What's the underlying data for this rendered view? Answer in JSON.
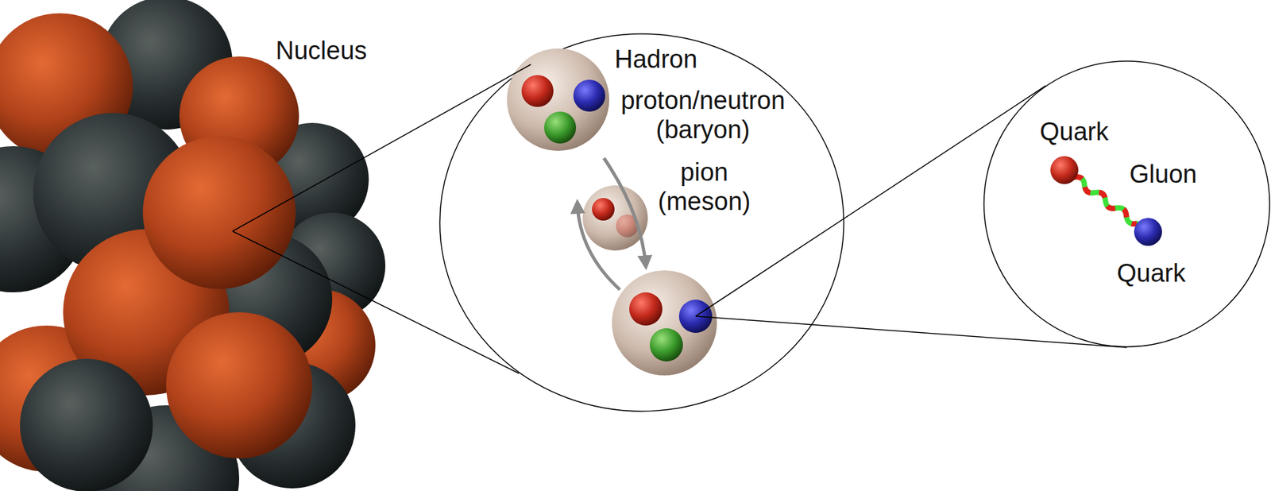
{
  "diagram": {
    "nodes": [
      {
        "text": [
          "Nucleus"
        ]
      },
      {
        "text": [
          "Hadron"
        ]
      },
      {
        "text": [
          "proton/neutron (baryon)"
        ],
        "in": 1
      },
      {
        "text": [
          "pion (meson)"
        ],
        "in": 1
      },
      {
        "text": [
          "Quark",
          "Gluon",
          "Quark"
        ]
      }
    ]
  }
}
